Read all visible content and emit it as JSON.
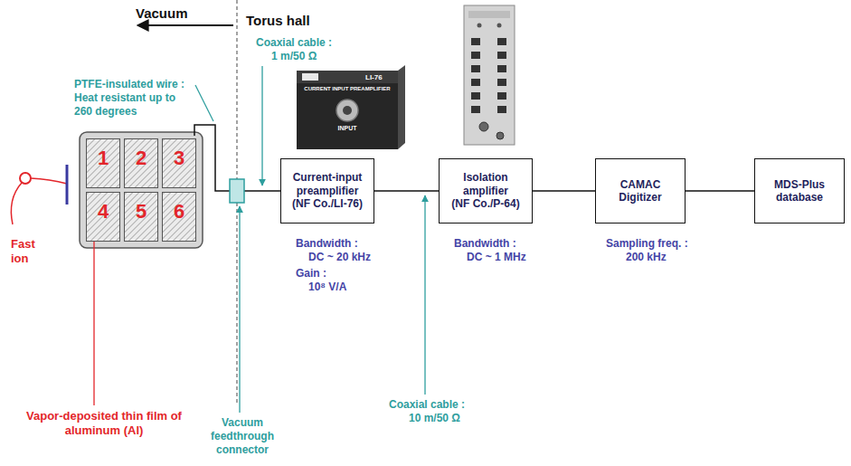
{
  "diagram": {
    "nodes": [
      {
        "text": [
          "1"
        ]
      },
      {
        "text": [
          "2"
        ]
      },
      {
        "text": [
          "3"
        ]
      },
      {
        "text": [
          "4"
        ]
      },
      {
        "text": [
          "5"
        ]
      },
      {
        "text": [
          "6"
        ]
      },
      {
        "text": [
          "Current-input preamplifier",
          "(NF Co./LI-76)"
        ]
      },
      {
        "text": [
          "Isolation amplifier",
          "(NF Co./P-64)"
        ]
      },
      {
        "text": [
          "CAMAC Digitizer"
        ]
      },
      {
        "text": [
          "MDS-Plus database"
        ]
      }
    ],
    "edges": [
      {
        "from": 6,
        "to": 7,
        "arrow": "none"
      },
      {
        "from": 7,
        "to": 8,
        "arrow": "none"
      },
      {
        "from": 8,
        "to": 9,
        "arrow": "none"
      }
    ],
    "labels": [
      "Vacuum",
      "Torus hall",
      "Coaxial cable :",
      "1 m/50 Ω",
      "PTFE-insulated wire :",
      "Heat resistant up to 260 degrees",
      "LI-76",
      "CURRENT INPUT PREAMPLIFIER",
      "INPUT",
      "Fast ion",
      "Bandwidth :",
      "DC ~ 20 kHz",
      "Gain :",
      "10⁸ V/A",
      "Bandwidth :",
      "DC ~ 1 MHz",
      "Sampling freq. :",
      "200 kHz",
      "Coaxial cable :",
      "10 m/50 Ω",
      "Vapor-deposited thin film of aluminum (Al)",
      "Vacuum feedthrough connector"
    ]
  }
}
